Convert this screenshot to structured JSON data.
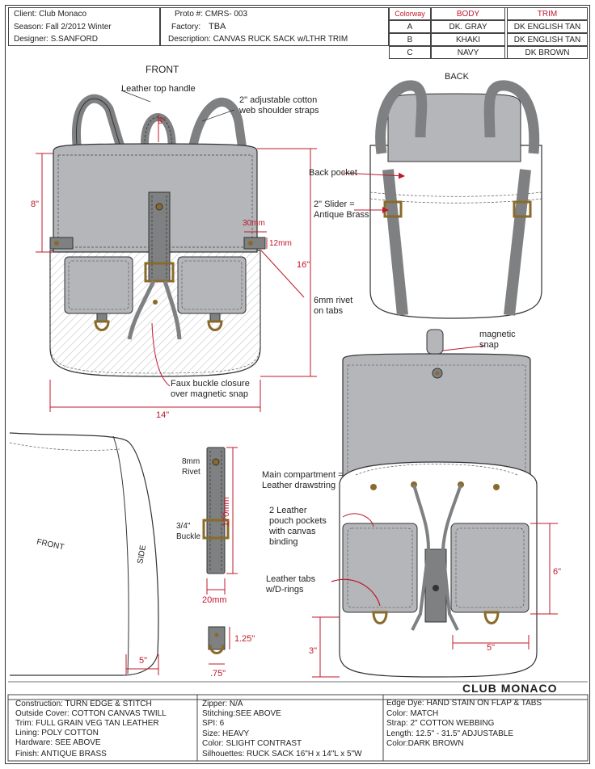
{
  "header": {
    "client": "Client: Club Monaco",
    "season": "Season: Fall 2/2012 Winter",
    "designer": "Designer: S.SANFORD",
    "proto": "Proto #: CMRS- 003",
    "factory_label": "Factory:",
    "factory_value": "TBA",
    "description": "Description: CANVAS RUCK SACK w/LTHR TRIM"
  },
  "colorways": {
    "headers": [
      "Colorway",
      "BODY",
      "TRIM"
    ],
    "rows": [
      [
        "A",
        "DK. GRAY",
        "DK ENGLISH TAN"
      ],
      [
        "B",
        "KHAKI",
        "DK ENGLISH TAN"
      ],
      [
        "C",
        "NAVY",
        "DK BROWN"
      ]
    ]
  },
  "views": {
    "front": "FRONT",
    "back": "BACK",
    "side_front": "FRONT",
    "side": "SIDE"
  },
  "callouts": {
    "top_handle": "Leather top handle",
    "straps": "2\" adjustable cotton\nweb shoulder straps",
    "back_pocket": "Back pocket",
    "slider": "2\" Slider =\nAntique Brass",
    "rivet": "6mm rivet\non tabs",
    "faux_buckle": "Faux buckle closure\nover magnetic snap",
    "magnetic_snap": "magnetic\nsnap",
    "main_compartment": "Main compartment =\nLeather drawstring",
    "pouch_pockets": "2 Leather\npouch pockets\nwith canvas\nbinding",
    "leather_tabs": "Leather tabs\nw/D-rings",
    "mm8_rivet": "8mm\nRivet",
    "buckle34": "3/4\"\nBuckle"
  },
  "dimensions": {
    "handle": "3\"",
    "height8": "8\"",
    "width30": "30mm",
    "height12": "12mm",
    "height16": "16\"",
    "width14": "14\"",
    "len170": "170mm",
    "width20": "20mm",
    "d125": "1.25\"",
    "d75": ".75\"",
    "side5": "5\"",
    "pocket6": "6\"",
    "pocket5": "5\"",
    "bottom3": "3\""
  },
  "brand": "CLUB MONACO",
  "specs": {
    "construction": "Construction: TURN EDGE & STITCH",
    "outside": "Outside Cover: COTTON CANVAS TWILL",
    "trim": "Trim:  FULL GRAIN VEG TAN LEATHER",
    "lining": "Lining: POLY COTTON",
    "hardware": "Hardware: SEE ABOVE",
    "finish": "Finish: ANTIQUE BRASS",
    "zipper": "Zipper: N/A",
    "stitching": "Stitching:SEE ABOVE",
    "spi": "SPI:  6",
    "size": "Size:  HEAVY",
    "color": "Color:  SLIGHT CONTRAST",
    "silhouettes": "Silhouettes:  RUCK SACK 16\"H x 14\"L x 5\"W",
    "edge_dye": "Edge Dye: HAND STAIN ON FLAP & TABS",
    "edge_color": "Color: MATCH",
    "strap": "Strap: 2\" COTTON WEBBING",
    "length": "Length: 12.5\" - 31.5\"  ADJUSTABLE",
    "strap_color": "Color:DARK BROWN"
  },
  "colors": {
    "gray_fill": "#b4b6b9",
    "dark_gray": "#7e8082",
    "red_dim": "#c0182a",
    "brass": "#8a6a2a"
  }
}
